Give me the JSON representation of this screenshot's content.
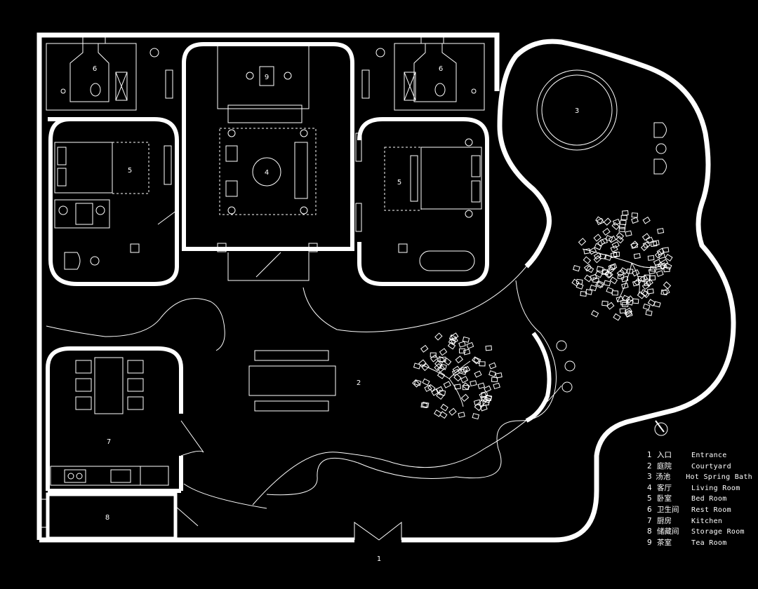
{
  "rooms": {
    "entrance": "1",
    "courtyard": "2",
    "hot_spring": "3",
    "living": "4",
    "bed_left": "5",
    "bed_right": "5",
    "rest_left": "6",
    "rest_right": "6",
    "kitchen": "7",
    "storage": "8",
    "tea": "9"
  },
  "legend": [
    {
      "num": "1",
      "cn": "入口",
      "en": "Entrance"
    },
    {
      "num": "2",
      "cn": "庭院",
      "en": "Courtyard"
    },
    {
      "num": "3",
      "cn": "汤池",
      "en": "Hot Spring Bath"
    },
    {
      "num": "4",
      "cn": "客厅",
      "en": "Living Room"
    },
    {
      "num": "5",
      "cn": "卧室",
      "en": "Bed Room"
    },
    {
      "num": "6",
      "cn": "卫生间",
      "en": "Rest Room"
    },
    {
      "num": "7",
      "cn": "厨房",
      "en": "Kitchen"
    },
    {
      "num": "8",
      "cn": "储藏间",
      "en": "Storage Room"
    },
    {
      "num": "9",
      "cn": "茶室",
      "en": "Tea Room"
    }
  ],
  "icons": {
    "north": "north-arrow-icon",
    "tree": "tree-icon",
    "door": "door-swing-icon"
  }
}
